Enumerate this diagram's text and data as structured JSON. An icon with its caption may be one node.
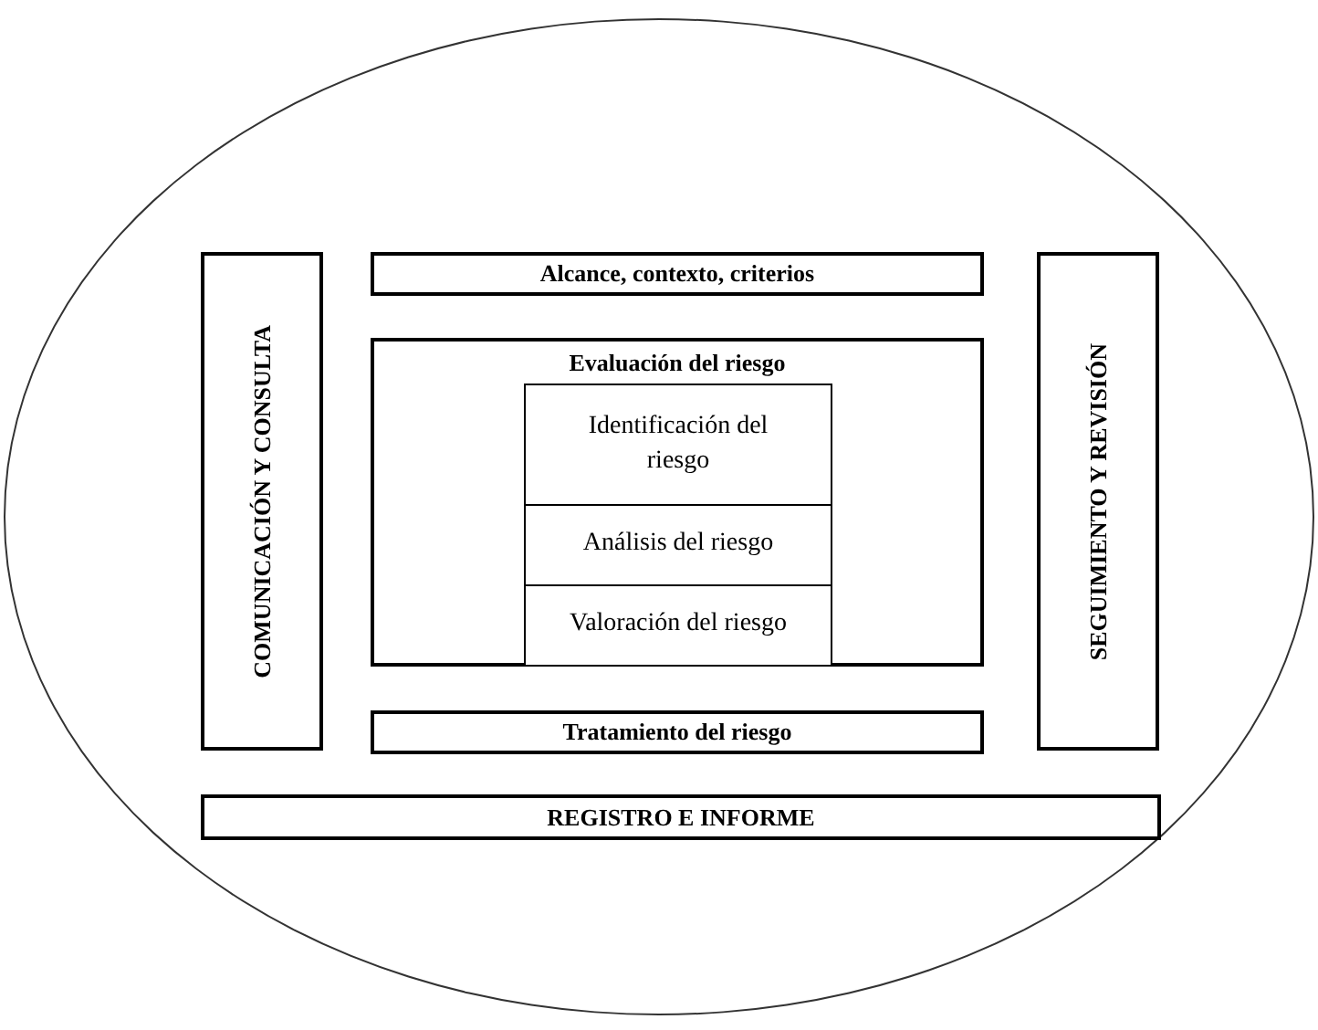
{
  "diagram": {
    "nodes": [
      {
        "text": [],
        "shape": "ellipse"
      },
      {
        "text": [
          "COMUNICACIÓN Y CONSULTA"
        ],
        "in": 0
      },
      {
        "text": [
          "Alcance, contexto, criterios"
        ],
        "in": 0
      },
      {
        "text": [
          "Evaluación del riesgo"
        ],
        "in": 0
      },
      {
        "text": [
          "Identificación del riesgo"
        ],
        "in": 3
      },
      {
        "text": [
          "Análisis del riesgo"
        ],
        "in": 3
      },
      {
        "text": [
          "Valoración del riesgo"
        ],
        "in": 3
      },
      {
        "text": [
          "SEGUIMIENTO Y REVISIÓN"
        ],
        "in": 0
      },
      {
        "text": [
          "Tratamiento del riesgo"
        ],
        "in": 0
      },
      {
        "text": [
          "REGISTRO E INFORME"
        ],
        "in": 0
      }
    ]
  }
}
